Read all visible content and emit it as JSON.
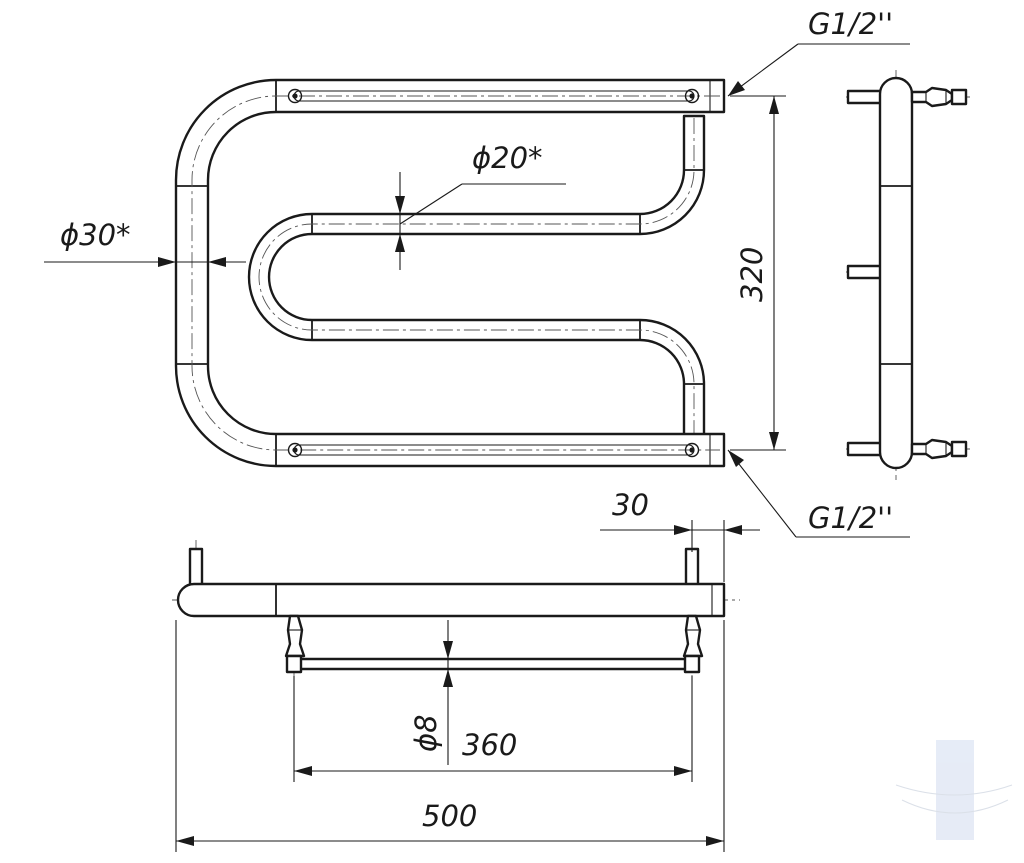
{
  "dimensions": {
    "pipe_main_diameter": "ϕ30*",
    "pipe_coil_diameter": "ϕ20*",
    "height": "320",
    "thread_top": "G1/2''",
    "thread_bottom": "G1/2''",
    "offset": "30",
    "shelf_rod_diameter": "ϕ8",
    "shelf_length": "360",
    "total_length": "500"
  }
}
